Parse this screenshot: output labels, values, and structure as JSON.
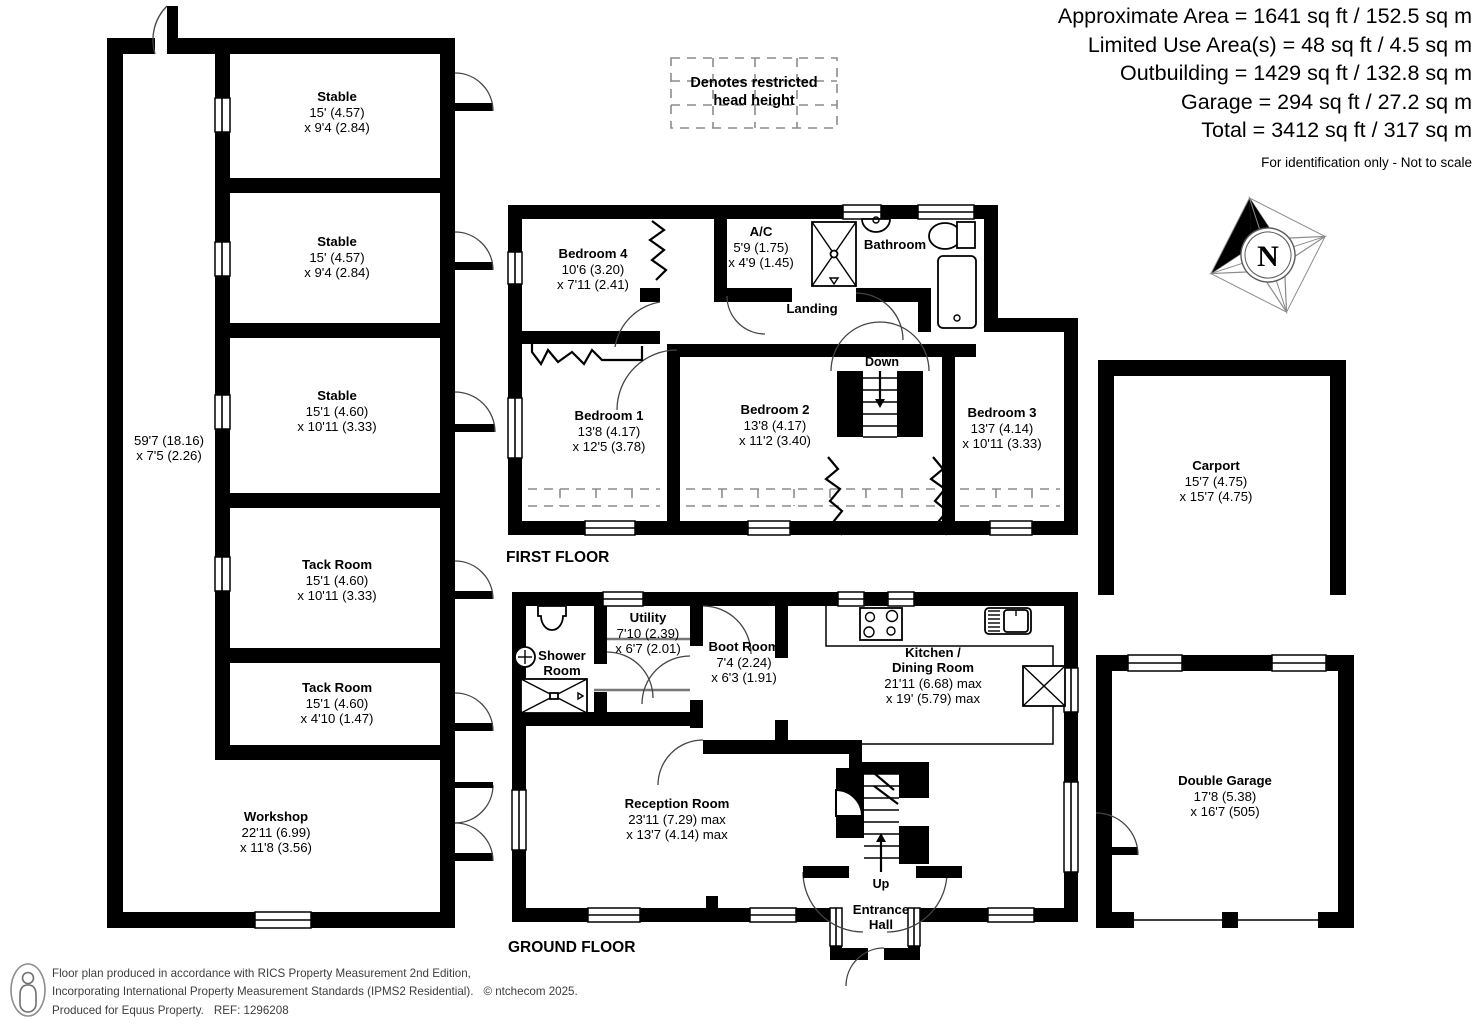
{
  "header": {
    "lines": [
      "Approximate Area = 1641 sq ft / 152.5 sq m",
      "Limited Use Area(s) = 48 sq ft / 4.5 sq m",
      "Outbuilding = 1429 sq ft / 132.8 sq m",
      "Garage = 294 sq ft / 27.2 sq m",
      "Total = 3412 sq ft / 317 sq m"
    ],
    "disclaimer": "For identification only - Not to scale"
  },
  "legend": {
    "line1": "Denotes restricted",
    "line2": "head height"
  },
  "compass": {
    "label": "N"
  },
  "floor_labels": {
    "first": "FIRST FLOOR",
    "ground": "GROUND FLOOR"
  },
  "outbuilding": {
    "corridor_dim1": "59'7 (18.16)",
    "corridor_dim2": "x 7'5 (2.26)",
    "rooms": [
      {
        "name": "Stable",
        "dim1": "15' (4.57)",
        "dim2": "x 9'4 (2.84)"
      },
      {
        "name": "Stable",
        "dim1": "15' (4.57)",
        "dim2": "x 9'4 (2.84)"
      },
      {
        "name": "Stable",
        "dim1": "15'1 (4.60)",
        "dim2": "x 10'11 (3.33)"
      },
      {
        "name": "Tack Room",
        "dim1": "15'1 (4.60)",
        "dim2": "x 10'11 (3.33)"
      },
      {
        "name": "Tack Room",
        "dim1": "15'1 (4.60)",
        "dim2": "x 4'10 (1.47)"
      },
      {
        "name": "Workshop",
        "dim1": "22'11 (6.99)",
        "dim2": "x 11'8 (3.56)"
      }
    ]
  },
  "first_floor": {
    "rooms": [
      {
        "name": "Bedroom 4",
        "dim1": "10'6 (3.20)",
        "dim2": "x 7'11 (2.41)"
      },
      {
        "name": "A/C",
        "dim1": "5'9 (1.75)",
        "dim2": "x 4'9 (1.45)"
      },
      {
        "name": "Bathroom",
        "dim1": "",
        "dim2": ""
      },
      {
        "name": "Landing",
        "dim1": "",
        "dim2": ""
      },
      {
        "name": "Bedroom 1",
        "dim1": "13'8 (4.17)",
        "dim2": "x 12'5 (3.78)"
      },
      {
        "name": "Bedroom 2",
        "dim1": "13'8 (4.17)",
        "dim2": "x 11'2 (3.40)"
      },
      {
        "name": "Bedroom 3",
        "dim1": "13'7 (4.14)",
        "dim2": "x 10'11 (3.33)"
      }
    ],
    "stair_label": "Down"
  },
  "ground_floor": {
    "rooms": [
      {
        "name": "Shower\nRoom",
        "dim1": "",
        "dim2": ""
      },
      {
        "name": "Utility",
        "dim1": "7'10 (2.39)",
        "dim2": "x 6'7 (2.01)"
      },
      {
        "name": "Boot Room",
        "dim1": "7'4 (2.24)",
        "dim2": "x 6'3 (1.91)"
      },
      {
        "name": "Kitchen /\nDining Room",
        "dim1": "21'11 (6.68) max",
        "dim2": "x 19' (5.79) max"
      },
      {
        "name": "Reception Room",
        "dim1": "23'11 (7.29) max",
        "dim2": "x 13'7 (4.14) max"
      },
      {
        "name": "Entrance\nHall",
        "dim1": "",
        "dim2": ""
      }
    ],
    "stair_label": "Up"
  },
  "outbuildings_right": [
    {
      "name": "Carport",
      "dim1": "15'7 (4.75)",
      "dim2": "x 15'7 (4.75)"
    },
    {
      "name": "Double Garage",
      "dim1": "17'8 (5.38)",
      "dim2": "x 16'7 (505)"
    }
  ],
  "footer": {
    "line1": "Floor plan produced in accordance with RICS Property Measurement 2nd Edition,",
    "line2a": "Incorporating International Property Measurement Standards (IPMS2 Residential).",
    "line2b": "© ntchecom 2025.",
    "line3a": "Produced for Equus Property.",
    "line3b": "REF: 1296208"
  }
}
